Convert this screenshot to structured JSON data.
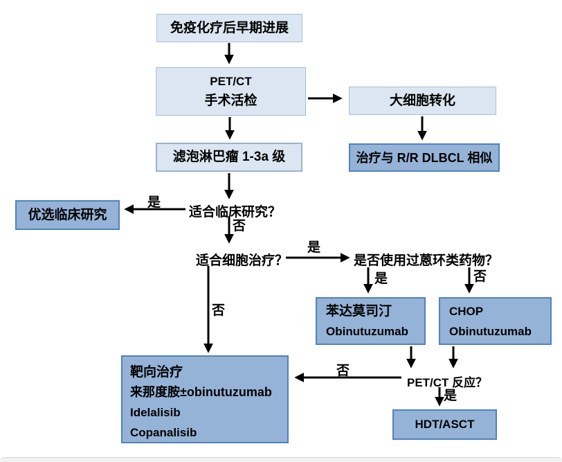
{
  "flowchart": {
    "nodes": {
      "early_progression": {
        "label": "免疫化疗后早期进展"
      },
      "petct_biopsy": {
        "lines": [
          "PET/CT",
          "手术活检"
        ]
      },
      "large_cell_transformation": {
        "label": "大细胞转化"
      },
      "rr_dlbcl": {
        "label": "治疗与 R/R DLBCL 相似"
      },
      "fl_grade": {
        "label": "滤泡淋巴瘤 1-3a 级"
      },
      "preferred_trial": {
        "label": "优选临床研究"
      },
      "bendamustine": {
        "lines": [
          "苯达莫司汀",
          "Obinutuzumab"
        ]
      },
      "chop": {
        "lines": [
          "CHOP",
          "Obinutuzumab"
        ]
      },
      "targeted_therapy": {
        "lines": [
          "靶向治疗",
          "来那度胺±obinutuzumab",
          "Idelalisib",
          "Copanalisib"
        ]
      },
      "hdt_asct": {
        "label": "HDT/ASCT"
      }
    },
    "decisions": {
      "clinical_trial": "适合临床研究？",
      "cell_therapy": "适合细胞治疗？",
      "anthracycline": "是否使用过蒽环类药物？",
      "petct_response": "PET/CT 反应？"
    },
    "edge_labels": {
      "trial_yes": "是",
      "trial_no": "否",
      "cell_yes": "是",
      "cell_no": "否",
      "anthracycline_yes": "是",
      "anthracycline_no": "否",
      "response_no": "否",
      "response_yes": "是"
    },
    "colors": {
      "light_box_fill": "#dce6f2",
      "light_box_border": "#a8bed9",
      "medium_box_fill": "#95b3d7",
      "medium_box_border": "#4f81bd",
      "arrow": "#000000",
      "background": "#ffffff"
    }
  }
}
